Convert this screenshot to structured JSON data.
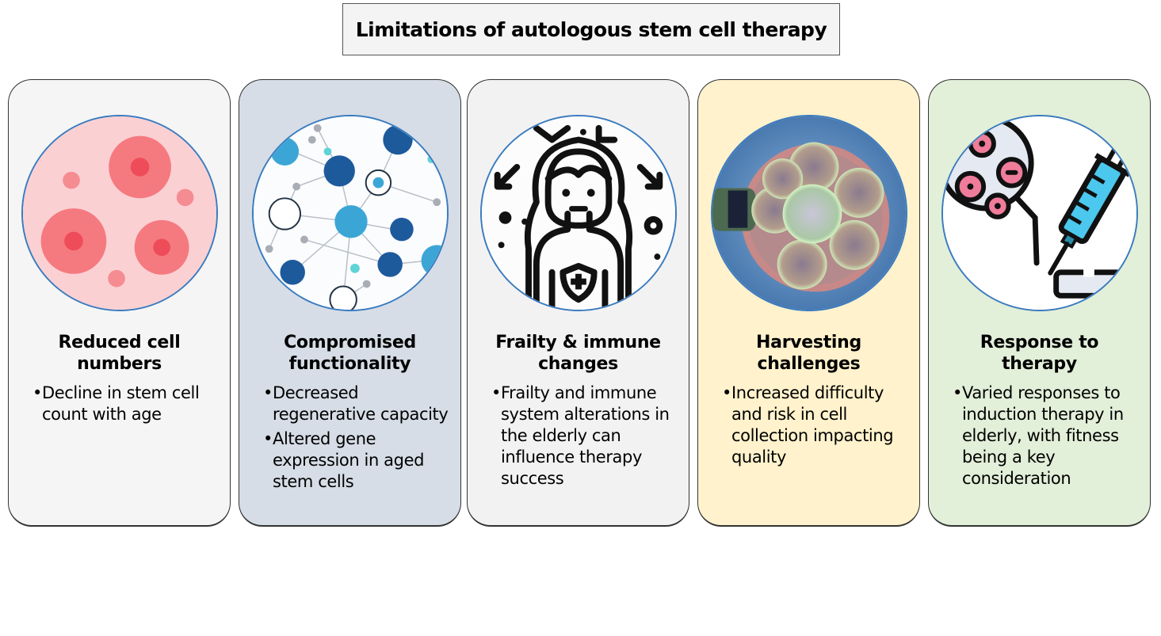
{
  "title": "Limitations of autologous stem cell therapy",
  "cards": [
    {
      "title_line1": "Reduced cell",
      "title_line2": "numbers",
      "bullets": [
        "Decline in stem cell count with age"
      ],
      "background": "#f5f5f5",
      "image": "cells-icon"
    },
    {
      "title_line1": "Compromised",
      "title_line2": "functionality",
      "bullets": [
        "Decreased regenerative capacity",
        "Altered gene expression in aged stem cells"
      ],
      "background": "#d6dde6",
      "image": "network-icon"
    },
    {
      "title_line1": "Frailty & immune",
      "title_line2": "changes",
      "bullets": [
        "Frailty and immune system alterations in the elderly can influence therapy success"
      ],
      "background": "#f2f2f2",
      "image": "person-immune-icon"
    },
    {
      "title_line1": "Harvesting",
      "title_line2": "challenges",
      "bullets": [
        "Increased difficulty and risk in cell collection impacting quality"
      ],
      "background": "#fff2cc",
      "image": "embryo-cells-icon"
    },
    {
      "title_line1": "Response to",
      "title_line2": "therapy",
      "bullets": [
        "Varied responses to induction therapy in elderly, with fitness being a key consideration"
      ],
      "background": "#e2efd9",
      "image": "syringe-cells-icon"
    }
  ]
}
